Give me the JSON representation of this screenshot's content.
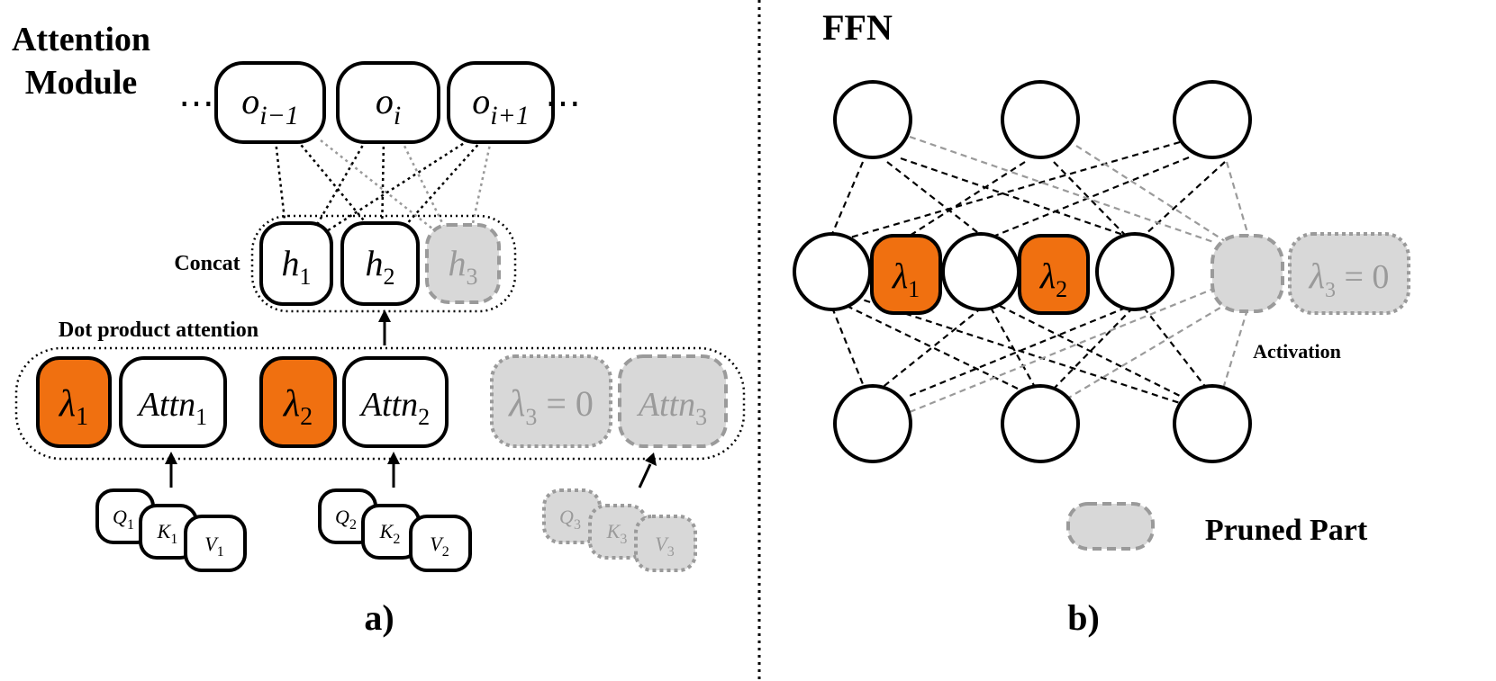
{
  "panel_a": {
    "title_line1": "Attention",
    "title_line2": "Module",
    "ellipsis": "⋯",
    "outputs": [
      {
        "sym": "o",
        "sub": "i−1"
      },
      {
        "sym": "o",
        "sub": "i"
      },
      {
        "sym": "o",
        "sub": "i+1"
      }
    ],
    "concat_label": "Concat",
    "heads": [
      {
        "sym": "h",
        "sub": "1",
        "pruned": false
      },
      {
        "sym": "h",
        "sub": "2",
        "pruned": false
      },
      {
        "sym": "h",
        "sub": "3",
        "pruned": true
      }
    ],
    "dot_label": "Dot product attention",
    "lambdas": [
      {
        "sym": "λ",
        "sub": "1",
        "suffix": ""
      },
      {
        "sym": "λ",
        "sub": "2",
        "suffix": ""
      },
      {
        "sym": "λ",
        "sub": "3",
        "suffix": " = 0"
      }
    ],
    "attns": [
      {
        "sym": "Attn",
        "sub": "1"
      },
      {
        "sym": "Attn",
        "sub": "2"
      },
      {
        "sym": "Attn",
        "sub": "3"
      }
    ],
    "qkv": [
      [
        {
          "sym": "Q",
          "sub": "1"
        },
        {
          "sym": "K",
          "sub": "1"
        },
        {
          "sym": "V",
          "sub": "1"
        }
      ],
      [
        {
          "sym": "Q",
          "sub": "2"
        },
        {
          "sym": "K",
          "sub": "2"
        },
        {
          "sym": "V",
          "sub": "2"
        }
      ],
      [
        {
          "sym": "Q",
          "sub": "3"
        },
        {
          "sym": "K",
          "sub": "3"
        },
        {
          "sym": "V",
          "sub": "3"
        }
      ]
    ],
    "caption": "a)"
  },
  "panel_b": {
    "title": "FFN",
    "lambdas": [
      {
        "sym": "λ",
        "sub": "1",
        "suffix": ""
      },
      {
        "sym": "λ",
        "sub": "2",
        "suffix": ""
      },
      {
        "sym": "λ",
        "sub": "3",
        "suffix": " = 0"
      }
    ],
    "activation_label": "Activation",
    "legend_label": "Pruned Part",
    "caption": "b)"
  },
  "colors": {
    "active_lambda": "#f07010",
    "pruned_fill": "#d8d8d8",
    "pruned_stroke": "#9a9a9a"
  }
}
